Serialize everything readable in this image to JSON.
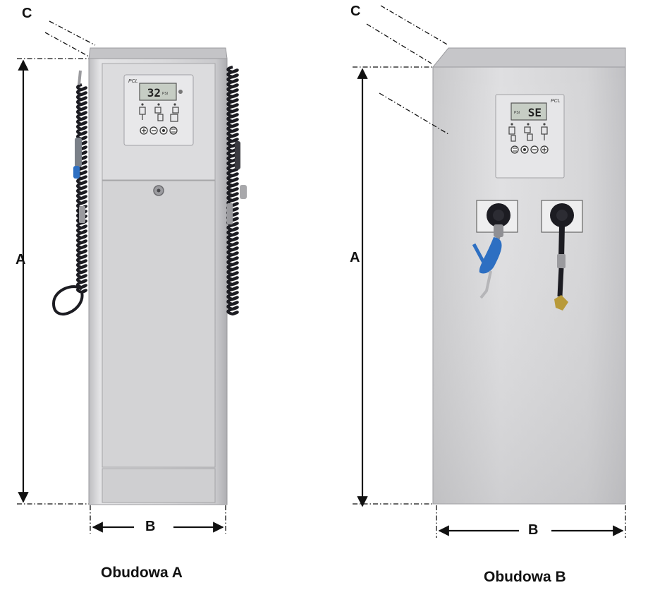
{
  "diagram": {
    "units": [
      {
        "caption": "Obudowa A",
        "dimensions": {
          "height": "A",
          "width": "B",
          "depth": "C"
        },
        "panel": {
          "brand": "PCL",
          "display": "32",
          "display_unit": "PSI"
        }
      },
      {
        "caption": "Obudowa B",
        "dimensions": {
          "height": "A",
          "width": "B",
          "depth": "C"
        },
        "panel": {
          "brand": "PCL",
          "display": "SE",
          "display_unit": "PSI"
        }
      }
    ]
  },
  "colors": {
    "cabinet": "#d7d7d9",
    "cabinet_dark": "#b9b9bc",
    "hose": "#1c1c22",
    "nozzle_blue": "#2d6fc2",
    "lcd": "#c6cdc4",
    "dimension_line": "#111111"
  }
}
